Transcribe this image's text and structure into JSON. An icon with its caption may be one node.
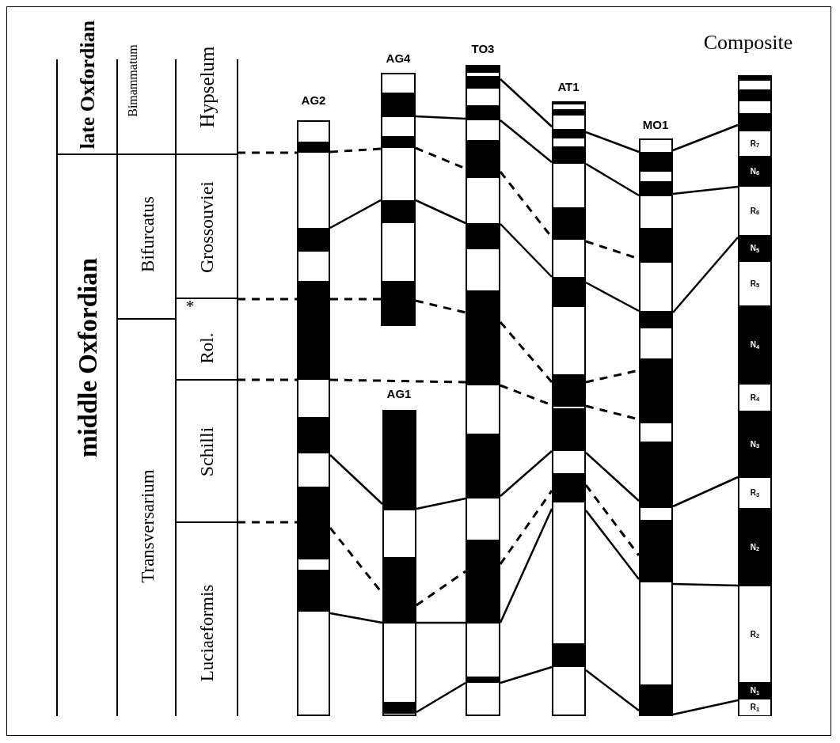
{
  "diagram": {
    "nodes": [
      {
        "text": [
          "AG2"
        ]
      },
      {
        "text": [
          "AG4"
        ]
      },
      {
        "text": [
          "AG1"
        ]
      },
      {
        "text": [
          "TO3"
        ]
      },
      {
        "text": [
          "AT1"
        ]
      },
      {
        "text": [
          "MO1"
        ]
      },
      {
        "text": [
          "Composite"
        ]
      },
      {
        "text": [
          "R$_{7}$"
        ],
        "in": 6
      },
      {
        "text": [
          "N$_{6}$"
        ],
        "in": 6
      },
      {
        "text": [
          "R$_{6}$"
        ],
        "in": 6
      },
      {
        "text": [
          "N$_{5}$"
        ],
        "in": 6
      },
      {
        "text": [
          "R$_{5}$"
        ],
        "in": 6
      },
      {
        "text": [
          "N$_{4}$"
        ],
        "in": 6
      },
      {
        "text": [
          "R$_{4}$"
        ],
        "in": 6
      },
      {
        "text": [
          "N$_{3}$"
        ],
        "in": 6
      },
      {
        "text": [
          "R$_{3}$"
        ],
        "in": 6
      },
      {
        "text": [
          "N$_{2}$"
        ],
        "in": 6
      },
      {
        "text": [
          "R$_{2}$"
        ],
        "in": 6
      },
      {
        "text": [
          "N$_{1}$"
        ],
        "in": 6
      },
      {
        "text": [
          "R$_{1}$"
        ],
        "in": 6
      }
    ],
    "edges": [
      {
        "from": 3,
        "to": 4,
        "arrow": "none"
      },
      {
        "from": 4,
        "to": 5,
        "arrow": "none"
      },
      {
        "from": 5,
        "to": 6,
        "arrow": "none"
      },
      {
        "from": 1,
        "to": 3,
        "arrow": "none"
      },
      {
        "from": 3,
        "to": 4,
        "arrow": "none"
      },
      {
        "from": 4,
        "to": 5,
        "arrow": "none"
      },
      {
        "from": 5,
        "to": 6,
        "arrow": "none"
      },
      {
        "from": 0,
        "to": 1,
        "arrow": "none"
      },
      {
        "from": 1,
        "to": 3,
        "arrow": "none"
      },
      {
        "from": 3,
        "to": 4,
        "arrow": "none"
      },
      {
        "from": 4,
        "to": 5,
        "arrow": "none"
      },
      {
        "from": 5,
        "to": 6,
        "arrow": "none"
      },
      {
        "from": null,
        "to": 0,
        "arrow": "none",
        "style": "dashed"
      },
      {
        "from": 0,
        "to": 1,
        "arrow": "none",
        "style": "dashed"
      },
      {
        "from": 1,
        "to": 3,
        "arrow": "none",
        "style": "dashed"
      },
      {
        "from": 3,
        "to": 4,
        "arrow": "none",
        "style": "dashed"
      },
      {
        "from": 4,
        "to": 5,
        "arrow": "none",
        "style": "dashed"
      },
      {
        "from": null,
        "to": 0,
        "arrow": "none",
        "style": "dashed"
      },
      {
        "from": 0,
        "to": 1,
        "arrow": "none",
        "style": "dashed"
      },
      {
        "from": 1,
        "to": 3,
        "arrow": "none",
        "style": "dashed"
      },
      {
        "from": 3,
        "to": 4,
        "arrow": "none",
        "style": "dashed"
      },
      {
        "from": 4,
        "to": 5,
        "arrow": "none",
        "style": "dashed"
      },
      {
        "from": null,
        "to": 0,
        "arrow": "none",
        "style": "dashed"
      },
      {
        "from": 0,
        "to": 3,
        "arrow": "none",
        "style": "dashed"
      },
      {
        "from": 3,
        "to": 4,
        "arrow": "none",
        "style": "dashed"
      },
      {
        "from": 4,
        "to": 5,
        "arrow": "none",
        "style": "dashed"
      },
      {
        "from": 0,
        "to": 2,
        "arrow": "none"
      },
      {
        "from": 2,
        "to": 3,
        "arrow": "none"
      },
      {
        "from": 3,
        "to": 4,
        "arrow": "none"
      },
      {
        "from": 4,
        "to": 5,
        "arrow": "none"
      },
      {
        "from": 5,
        "to": 6,
        "arrow": "none"
      },
      {
        "from": null,
        "to": 0,
        "arrow": "none",
        "style": "dashed"
      },
      {
        "from": 0,
        "to": 2,
        "arrow": "none",
        "style": "dashed"
      },
      {
        "from": 2,
        "to": 3,
        "arrow": "none",
        "style": "dashed"
      },
      {
        "from": 3,
        "to": 4,
        "arrow": "none",
        "style": "dashed"
      },
      {
        "from": 4,
        "to": 5,
        "arrow": "none",
        "style": "dashed"
      },
      {
        "from": 0,
        "to": 2,
        "arrow": "none"
      },
      {
        "from": 2,
        "to": 3,
        "arrow": "none"
      },
      {
        "from": 3,
        "to": 4,
        "arrow": "none"
      },
      {
        "from": 4,
        "to": 5,
        "arrow": "none"
      },
      {
        "from": 5,
        "to": 6,
        "arrow": "none"
      },
      {
        "from": 2,
        "to": 3,
        "arrow": "none"
      },
      {
        "from": 3,
        "to": 4,
        "arrow": "none"
      },
      {
        "from": 4,
        "to": 5,
        "arrow": "none"
      },
      {
        "from": 5,
        "to": 6,
        "arrow": "none"
      }
    ],
    "labels": [
      "late Oxfordian",
      "Bimammatum",
      "Hypselum",
      "middle Oxfordian",
      "Bifurcatus",
      "Grossouviei",
      "*",
      "Rol.",
      "Transversarium",
      "Schilli",
      "Luciaeformis"
    ]
  }
}
